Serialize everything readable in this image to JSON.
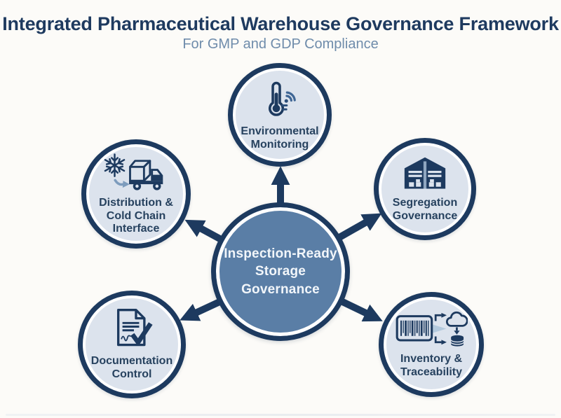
{
  "title": "Integrated Pharmaceutical Warehouse Governance Framework",
  "subtitle": "For GMP and GDP Compliance",
  "hub": {
    "label": "Inspection-Ready Storage Governance"
  },
  "nodes": [
    {
      "id": "environmental-monitoring",
      "label": "Environmental Monitoring",
      "icon": "thermometer-wifi-icon"
    },
    {
      "id": "segregation-governance",
      "label": "Segregation Governance",
      "icon": "warehouse-segregation-icon"
    },
    {
      "id": "inventory-traceability",
      "label": "Inventory & Traceability",
      "icon": "barcode-cloud-database-icon"
    },
    {
      "id": "documentation-control",
      "label": "Documentation Control",
      "icon": "document-checkmark-icon"
    },
    {
      "id": "distribution-cold-chain",
      "label": "Distribution & Cold Chain Interface",
      "icon": "snowflake-box-truck-icon"
    }
  ],
  "colors": {
    "background": "#fcfbf8",
    "navy": "#1d3a5f",
    "hub_fill": "#5a7ea6",
    "node_fill": "#dce3ed",
    "accent_light_blue": "#7d9cbd",
    "wifi_blue": "#3f6695",
    "title_text": "#1e3a5f",
    "subtitle_text": "#6f8cab",
    "hub_text": "#f2f6fa",
    "label_text": "#27425f"
  }
}
